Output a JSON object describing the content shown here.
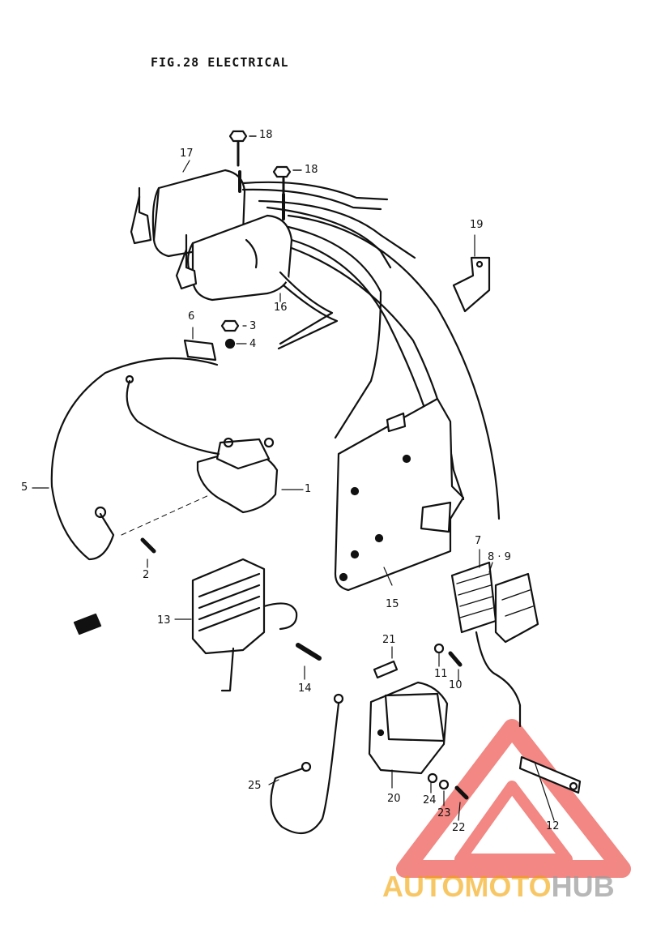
{
  "figure": {
    "title": "FIG.28  ELECTRICAL"
  },
  "callouts": [
    {
      "num": "1"
    },
    {
      "num": "2"
    },
    {
      "num": "3"
    },
    {
      "num": "4"
    },
    {
      "num": "5"
    },
    {
      "num": "6"
    },
    {
      "num": "7"
    },
    {
      "num": "8 · 9"
    },
    {
      "num": "10"
    },
    {
      "num": "11"
    },
    {
      "num": "12"
    },
    {
      "num": "13"
    },
    {
      "num": "14"
    },
    {
      "num": "15"
    },
    {
      "num": "16"
    },
    {
      "num": "17"
    },
    {
      "num": "18"
    },
    {
      "num": "18"
    },
    {
      "num": "19"
    },
    {
      "num": "20"
    },
    {
      "num": "21"
    },
    {
      "num": "22"
    },
    {
      "num": "23"
    },
    {
      "num": "24"
    },
    {
      "num": "25"
    }
  ],
  "watermark": {
    "part1": "AUTOMOTO",
    "part2": "HUB",
    "color1": "#f4a300",
    "color2": "#9a9a9a",
    "triangle_color": "#e8261f"
  }
}
